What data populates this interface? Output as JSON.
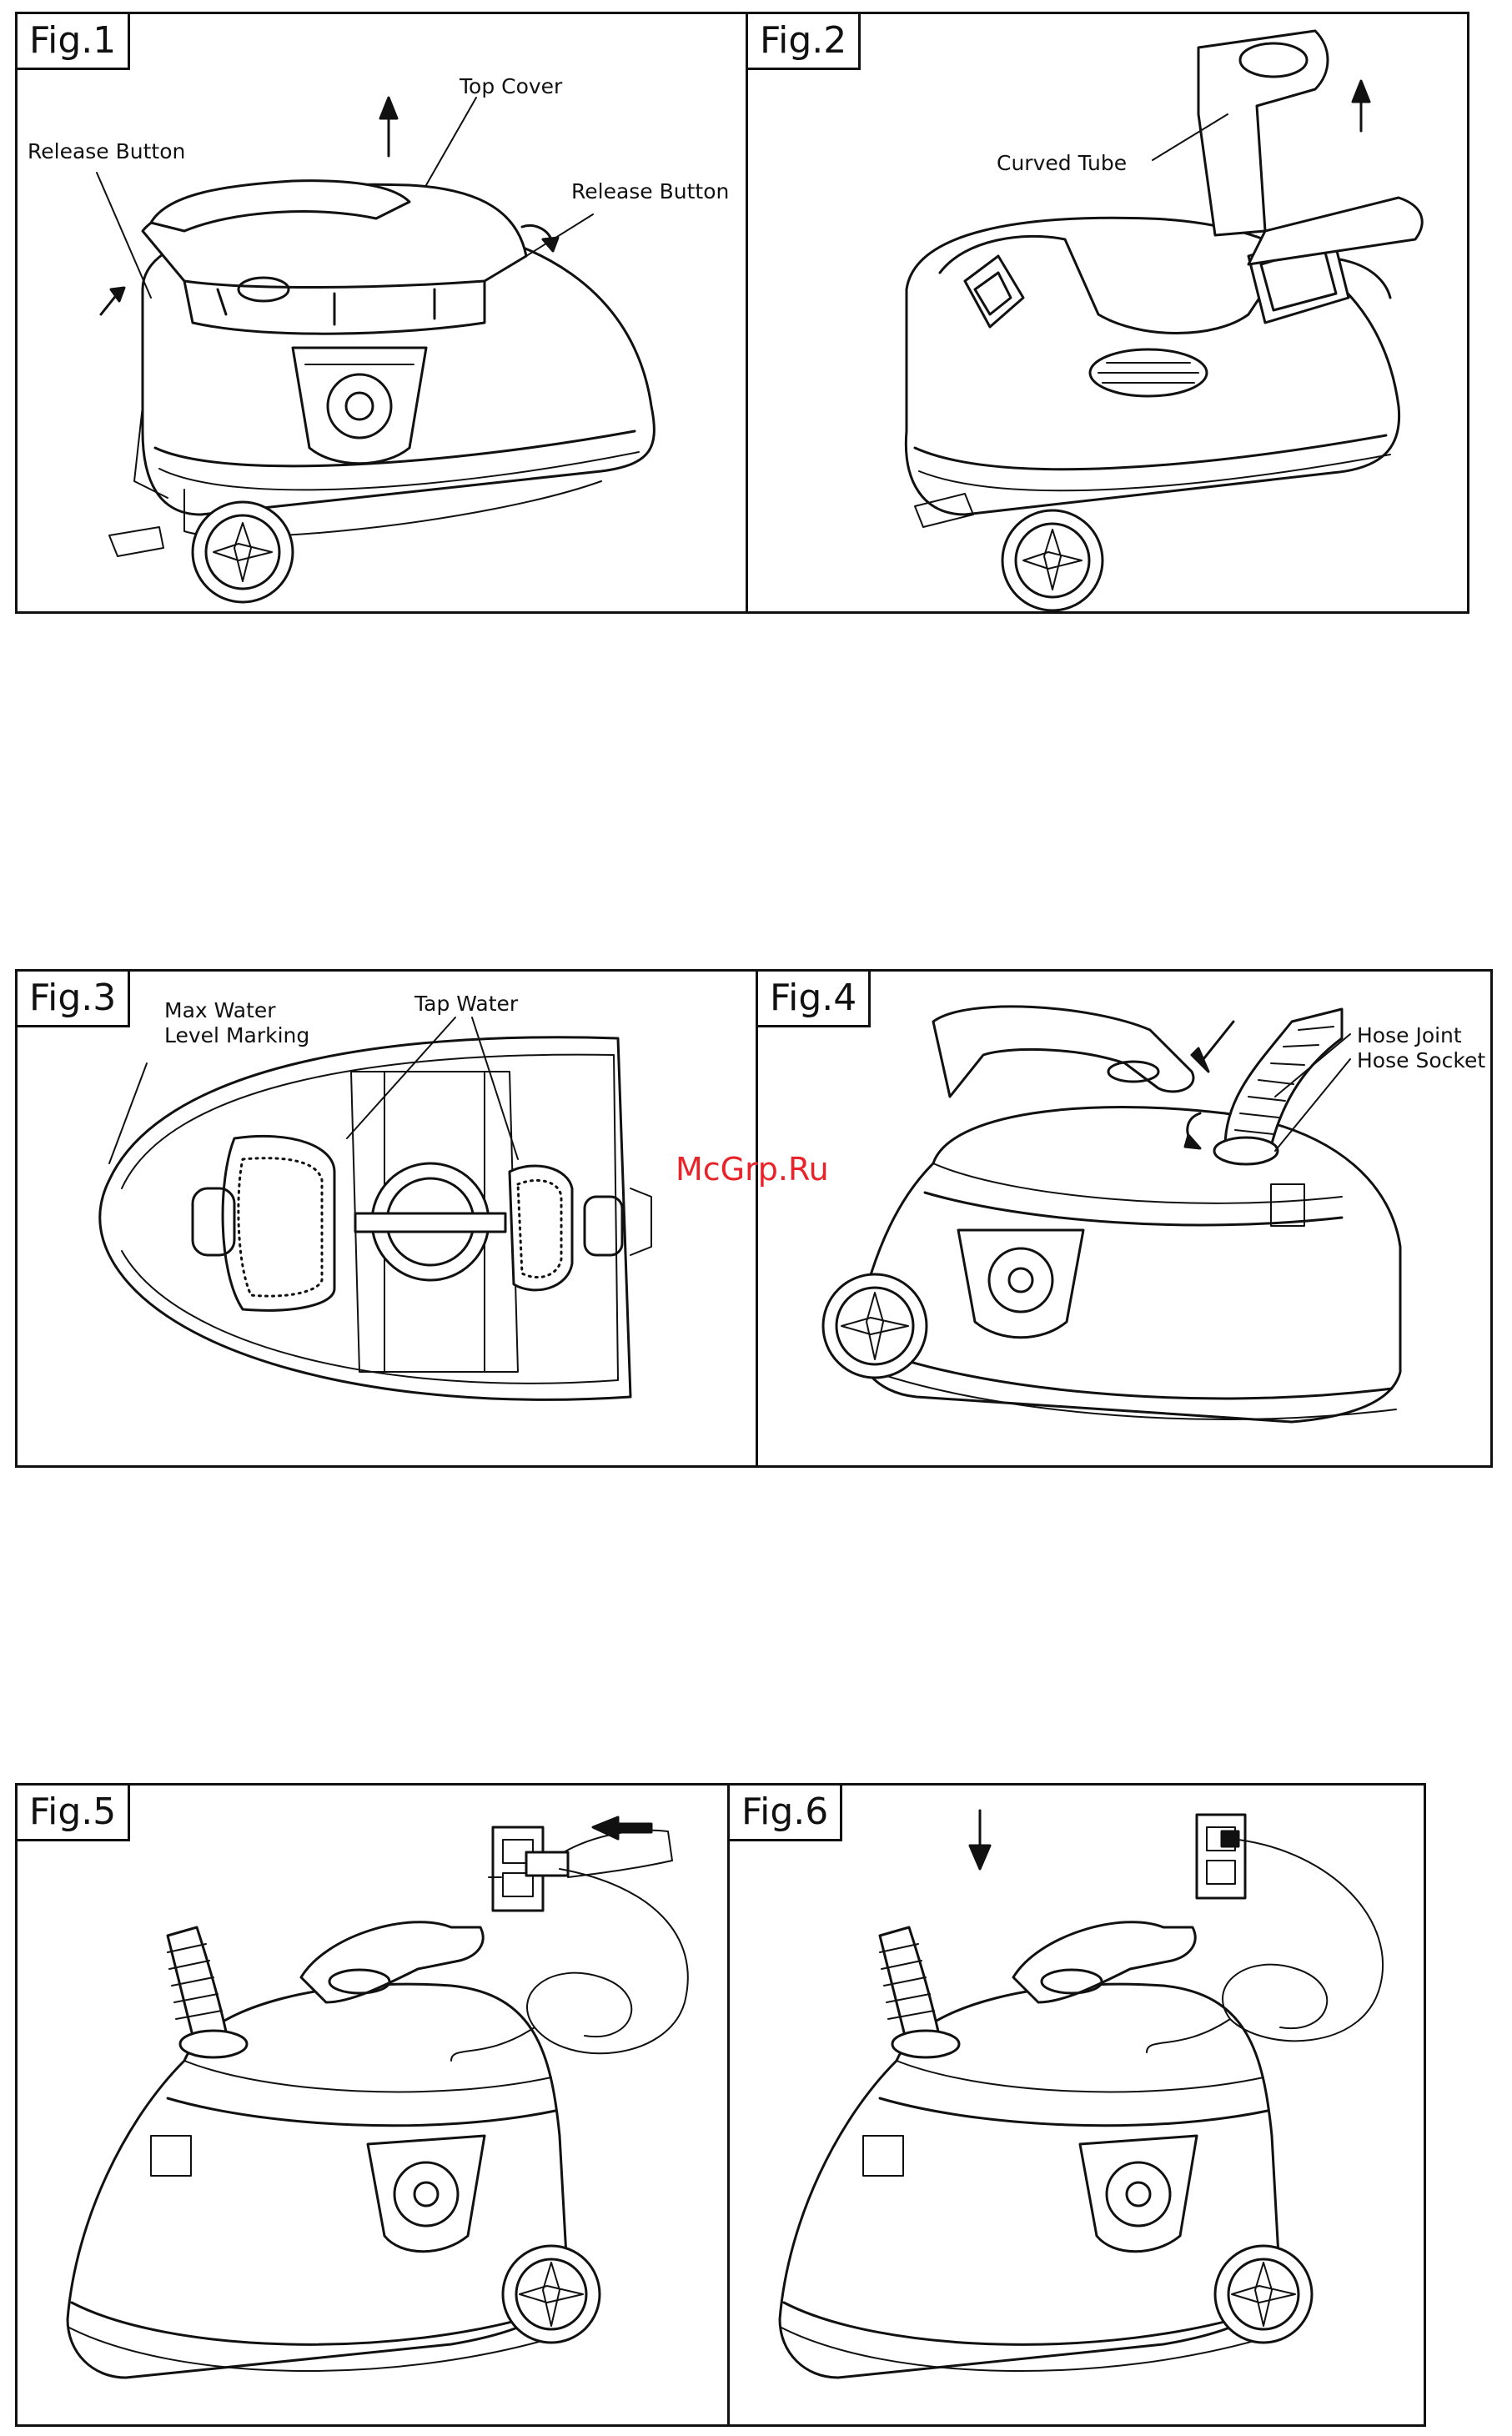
{
  "figures": [
    {
      "tag": "Fig.1",
      "labels": {
        "top_cover": "Top  Cover",
        "release_left": "Release Button",
        "release_right": "Release Button"
      }
    },
    {
      "tag": "Fig.2",
      "labels": {
        "curved_tube": "Curved Tube"
      }
    },
    {
      "tag": "Fig.3",
      "labels": {
        "max_water_1": "Max Water",
        "max_water_2": "Level Marking",
        "tap_water": "Tap Water"
      }
    },
    {
      "tag": "Fig.4",
      "labels": {
        "hose_joint": "Hose Joint",
        "hose_socket": "Hose Socket"
      }
    },
    {
      "tag": "Fig.5",
      "labels": {}
    },
    {
      "tag": "Fig.6",
      "labels": {}
    }
  ],
  "watermark": "McGrp.Ru",
  "colors": {
    "line": "#111111",
    "watermark": "#e8232a",
    "background": "#ffffff"
  }
}
